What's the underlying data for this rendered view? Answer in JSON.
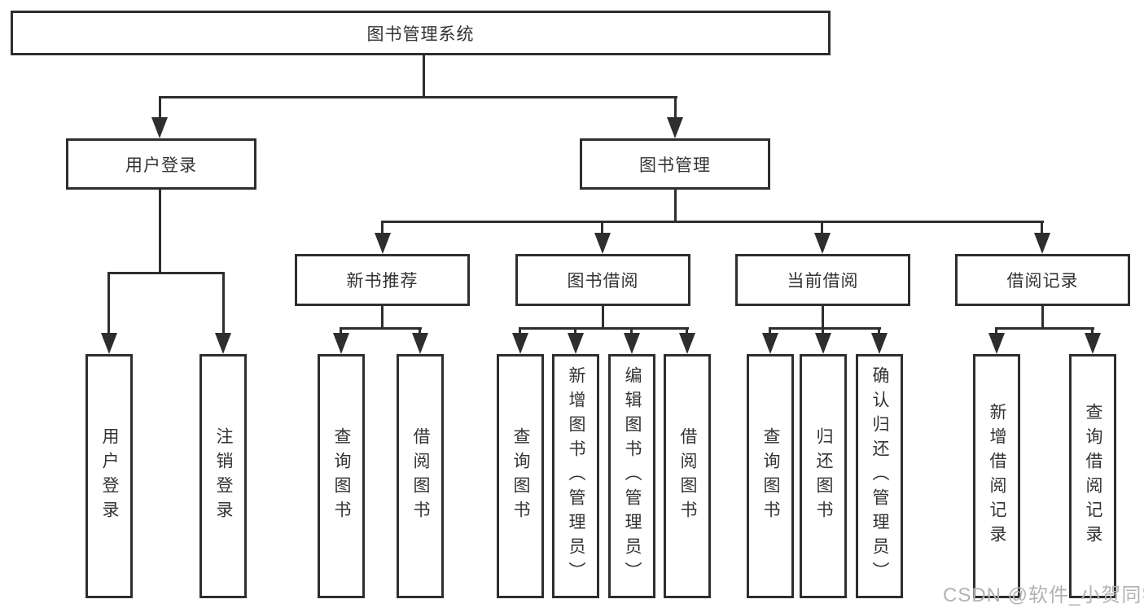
{
  "colors": {
    "line": "#2e2e2e",
    "text": "#333333",
    "watermark": "#b3b3b3",
    "bg": "#ffffff"
  },
  "watermark": {
    "text": "CSDN @软件_小贺同学"
  },
  "tree": {
    "label": "图书管理系统",
    "children": [
      {
        "label": "用户登录",
        "children": [
          {
            "label": "用户登录"
          },
          {
            "label": "注销登录"
          }
        ]
      },
      {
        "label": "图书管理",
        "children": [
          {
            "label": "新书推荐",
            "children": [
              {
                "label": "查询图书"
              },
              {
                "label": "借阅图书"
              }
            ]
          },
          {
            "label": "图书借阅",
            "children": [
              {
                "label": "查询图书"
              },
              {
                "label": "新增图书（管理员）"
              },
              {
                "label": "编辑图书（管理员）"
              },
              {
                "label": "借阅图书"
              }
            ]
          },
          {
            "label": "当前借阅",
            "children": [
              {
                "label": "查询图书"
              },
              {
                "label": "归还图书"
              },
              {
                "label": "确认归还（管理员）"
              }
            ]
          },
          {
            "label": "借阅记录",
            "children": [
              {
                "label": "新增借阅记录"
              },
              {
                "label": "查询借阅记录"
              }
            ]
          }
        ]
      }
    ]
  }
}
